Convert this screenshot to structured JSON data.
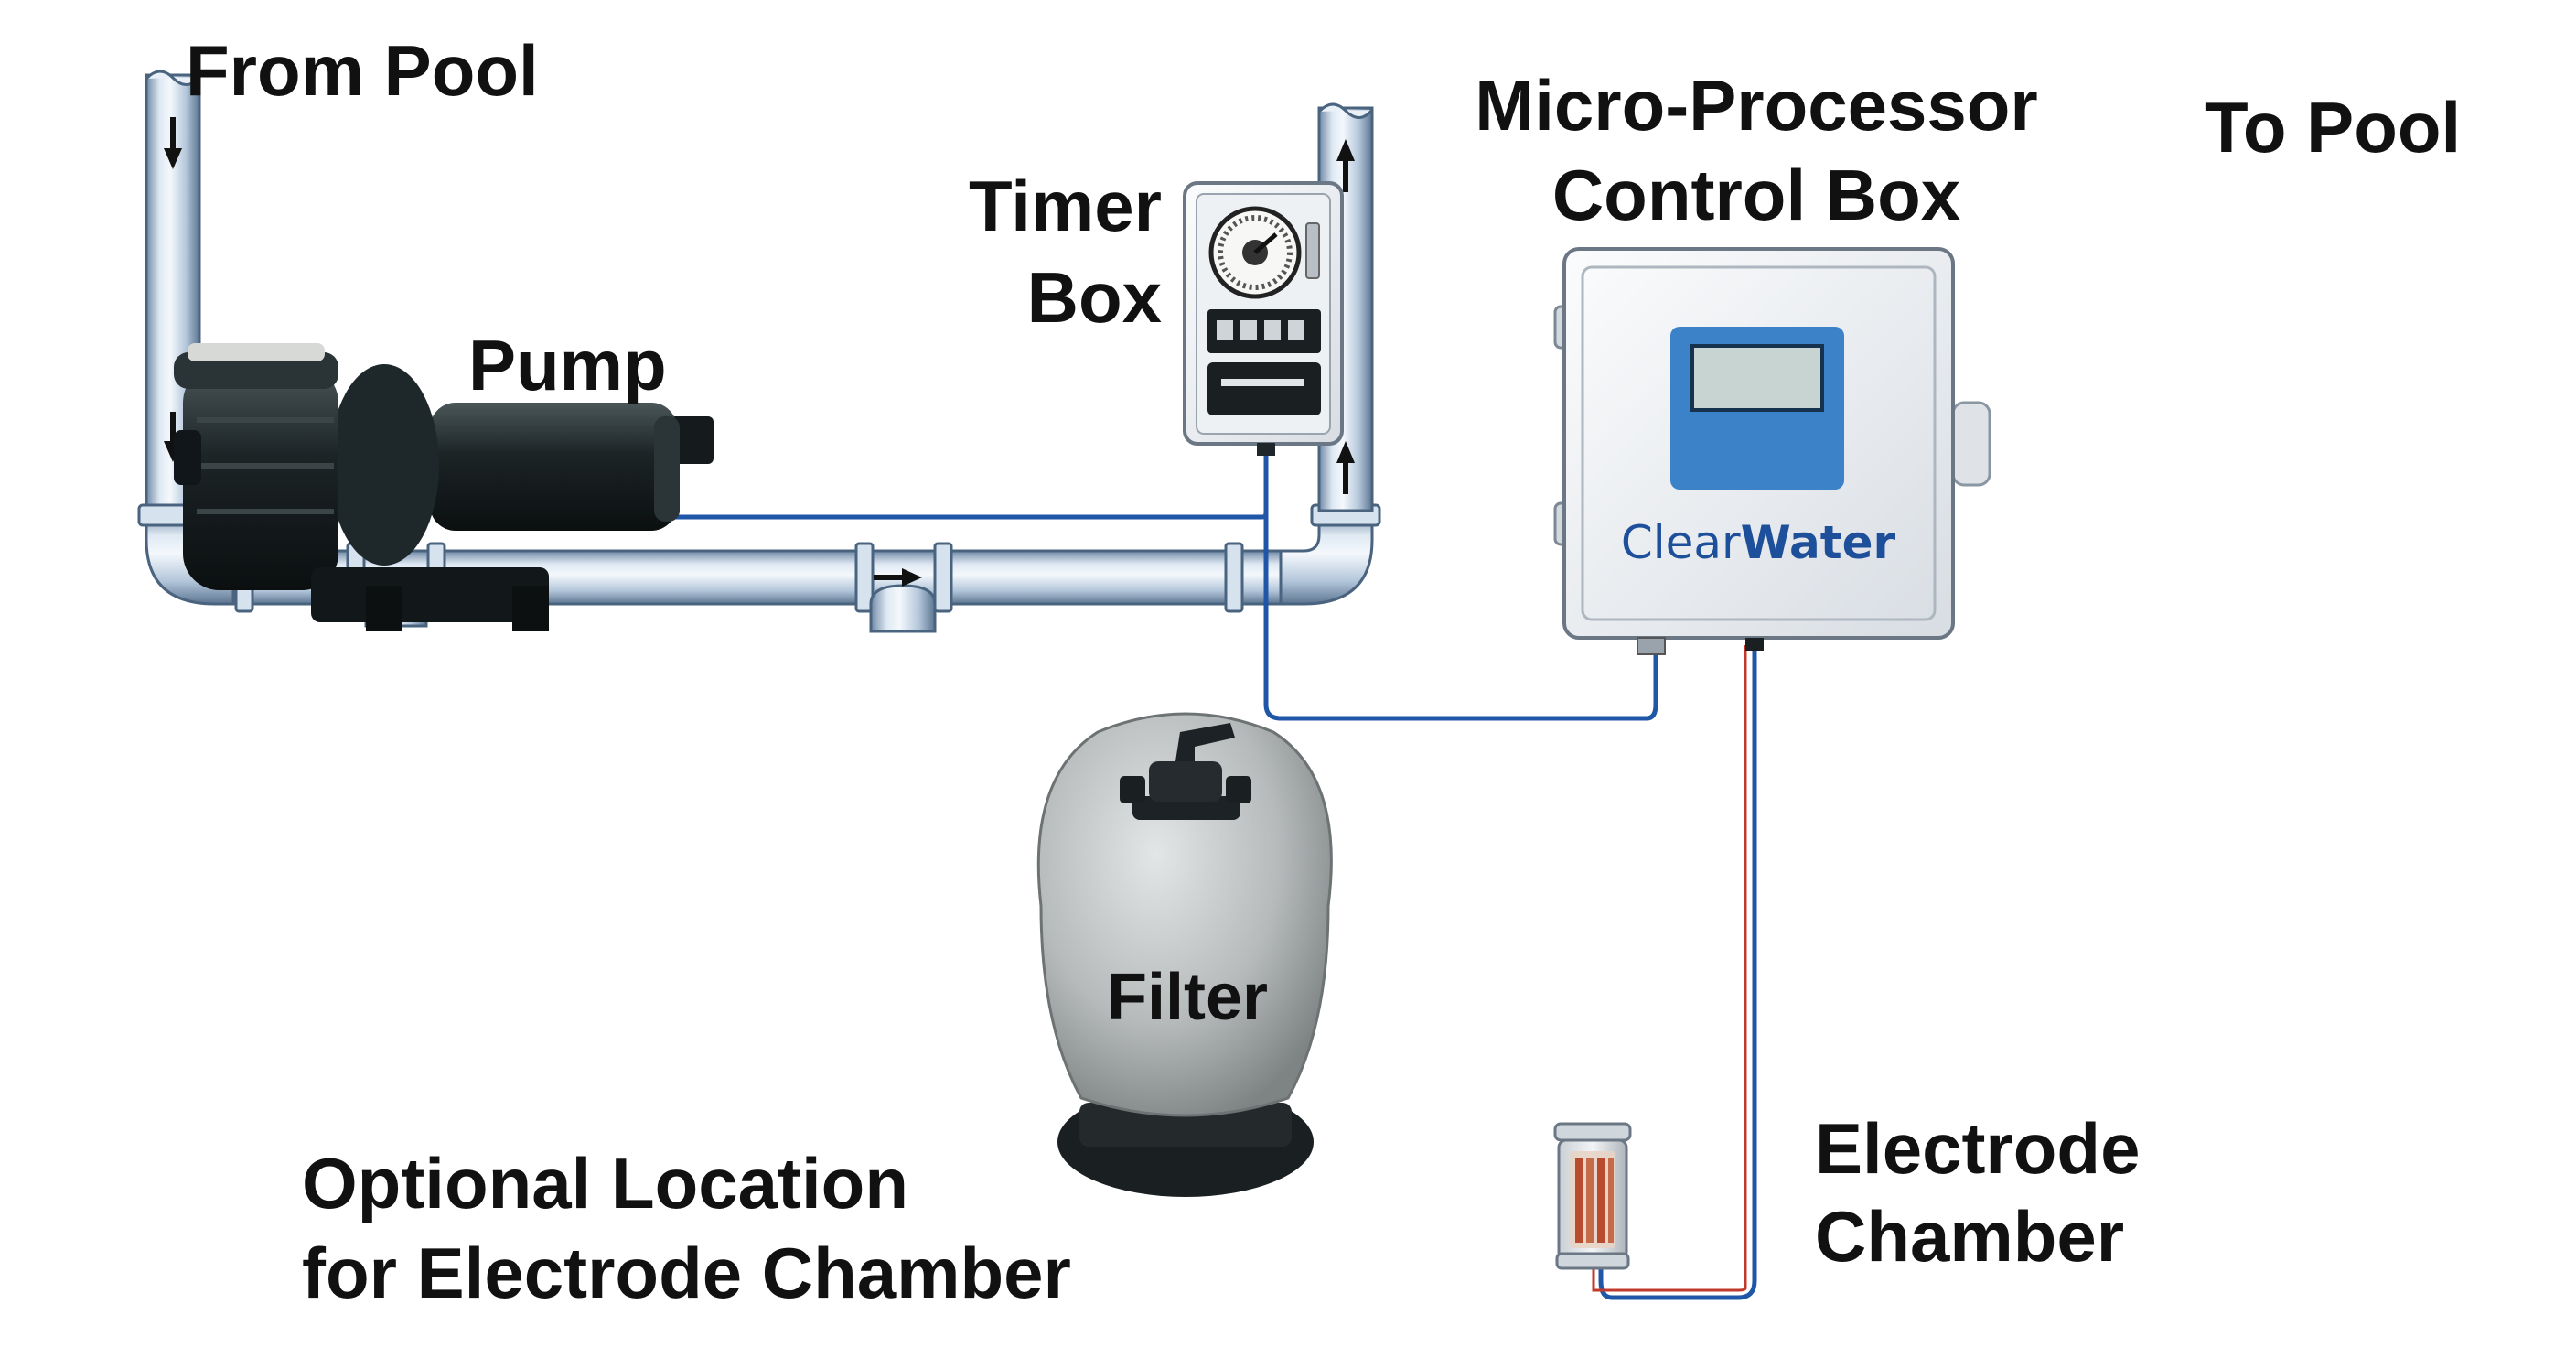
{
  "labels": {
    "from_pool": "From Pool",
    "to_pool": "To Pool",
    "pump": "Pump",
    "timer_line1": "Timer",
    "timer_line2": "Box",
    "control_line1": "Micro-Processor",
    "control_line2": "Control Box",
    "filter": "Filter",
    "electrode_line1": "Electrode",
    "electrode_line2": "Chamber",
    "optional_line1": "Optional Location",
    "optional_line2": "for Electrode Chamber"
  },
  "brand": {
    "part1": "Clear",
    "part2": "Water"
  },
  "colors": {
    "pipe": "#c9d9ea",
    "pipe_edge": "#4a6480",
    "wire": "#1f56a8",
    "display_bezel": "#3b82c9",
    "display_screen": "#c8d4d2",
    "brand_text": "#1e4f9a",
    "filter_tank": "#b8bcbc",
    "pump_body": "#1c2426"
  },
  "icons": [
    "flow-arrow-down",
    "flow-arrow-right",
    "flow-arrow-up",
    "timer-dial-icon"
  ]
}
